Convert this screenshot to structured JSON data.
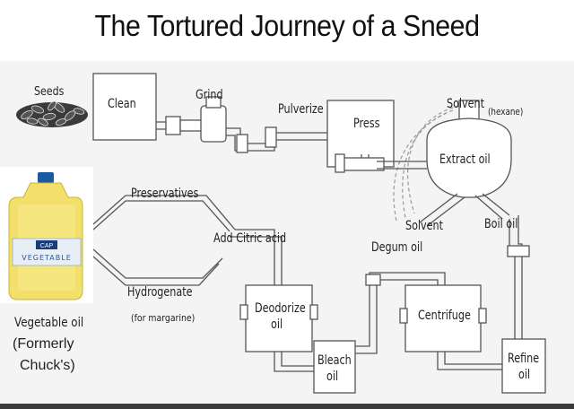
{
  "title": "The Tortured Journey of a Sneed",
  "steps": {
    "seeds": "Seeds",
    "clean": "Clean",
    "grind": "Grind",
    "pulverize": "Pulverize",
    "press": "Press",
    "solvent_top": "Solvent",
    "hexane": "(hexane)",
    "extract_oil": "Extract oil",
    "solvent_mid": "Solvent",
    "boil_oil": "Boil oil",
    "preservatives": "Preservatives",
    "add_citric_acid": "Add Citric acid",
    "degum_oil": "Degum oil",
    "hydrogenate": "Hydrogenate",
    "for_margarine": "(for margarine)",
    "deodorize_1": "Deodorize",
    "deodorize_2": "oil",
    "centrifuge": "Centrifuge",
    "bleach_1": "Bleach",
    "bleach_2": "oil",
    "refine_1": "Refine",
    "refine_2": "oil",
    "vegetable_oil": "Vegetable oil",
    "formerly_1": "(Formerly",
    "formerly_2": "Chuck's)"
  },
  "bottle": {
    "label_brand": "CAP",
    "label_text": "VEGETABLE"
  }
}
